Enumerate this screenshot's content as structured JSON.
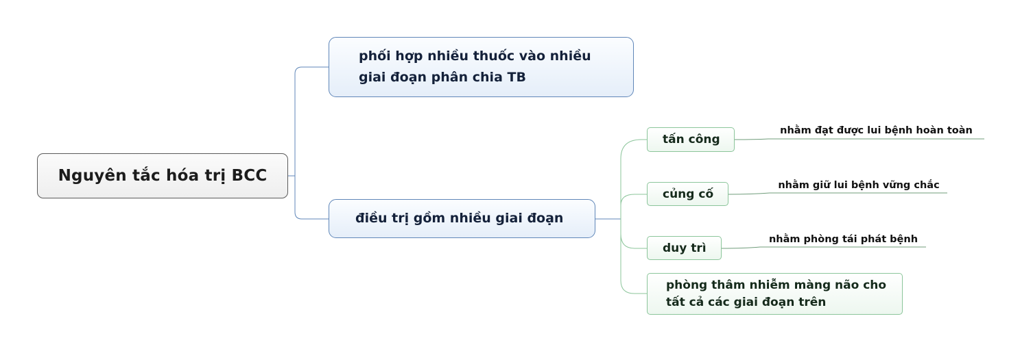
{
  "root": {
    "label": "Nguyên tắc hóa trị BCC"
  },
  "branches": [
    {
      "lines": [
        "phối hợp nhiều thuốc vào nhiều",
        "giai đoạn phân chia TB"
      ]
    },
    {
      "lines": [
        "điều trị gồm nhiều giai đoạn"
      ],
      "children": [
        {
          "label": "tấn công",
          "note": "nhằm đạt được lui bệnh hoàn toàn"
        },
        {
          "label": "củng cố",
          "note": "nhằm giữ lui bệnh vững chắc"
        },
        {
          "label": "duy trì",
          "note": "nhằm phòng tái phát bệnh"
        },
        {
          "lines": [
            "phòng thâm nhiễm màng não cho",
            "tất cả các giai đoạn trên"
          ]
        }
      ]
    }
  ],
  "colors": {
    "root_border": "#5a5a5a",
    "main_border": "#5f86b8",
    "sub_border": "#8bc59a"
  }
}
